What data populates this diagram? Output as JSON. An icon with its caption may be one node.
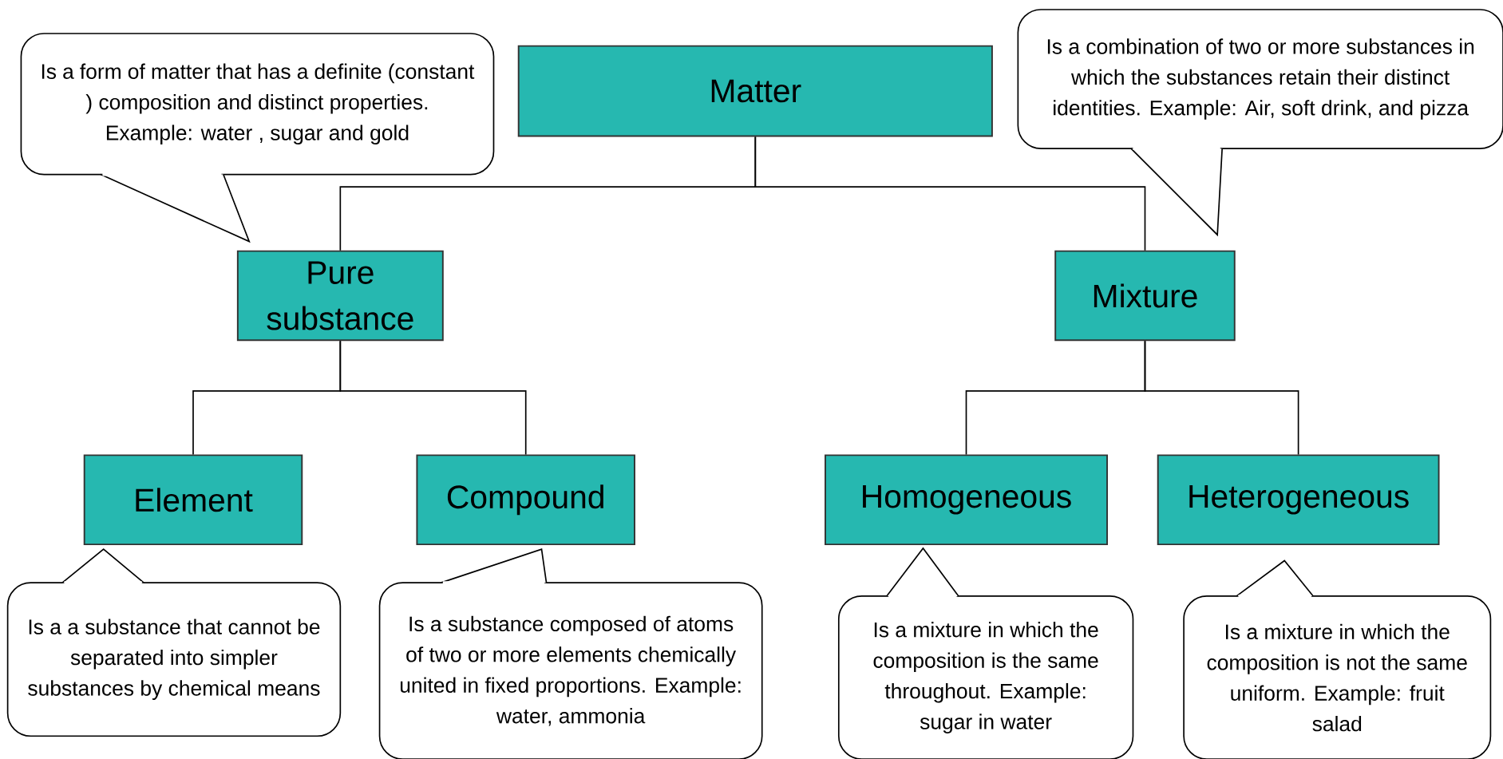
{
  "diagram": {
    "nodes": [
      {
        "text": [
          "Is a form of matter that has a definite (constant ) composition and distinct properties. Example: water , sugar and gold"
        ]
      },
      {
        "text": [
          "Matter"
        ]
      },
      {
        "text": [
          "Is a combination of two or more substances in which the substances retain their distinct identities. Example: Air, soft drink, and pizza"
        ]
      },
      {
        "text": [
          "Pure substance"
        ]
      },
      {
        "text": [
          "Mixture"
        ]
      },
      {
        "text": [
          "Element"
        ]
      },
      {
        "text": [
          "Compound"
        ]
      },
      {
        "text": [
          "Homogeneous"
        ]
      },
      {
        "text": [
          "Heterogeneous"
        ]
      },
      {
        "text": [
          "Is a a substance that cannot be separated into simpler substances by chemical means"
        ]
      },
      {
        "text": [
          "Is a substance composed of atoms of two or more elements chemically united in fixed proportions. Example: water, ammonia"
        ]
      },
      {
        "text": [
          "Is a mixture in which the composition is the same throughout. Example: sugar in water"
        ]
      },
      {
        "text": [
          "Is a mixture in which the composition is not the same uniform. Example: fruit salad"
        ]
      }
    ],
    "edges": [
      {
        "from": 1,
        "to": 3,
        "arrow": "none"
      },
      {
        "from": 1,
        "to": 4,
        "arrow": "none"
      },
      {
        "from": 3,
        "to": 5,
        "arrow": "none"
      },
      {
        "from": 3,
        "to": 6,
        "arrow": "none"
      },
      {
        "from": 4,
        "to": 7,
        "arrow": "none"
      },
      {
        "from": 4,
        "to": 8,
        "arrow": "none"
      }
    ]
  }
}
